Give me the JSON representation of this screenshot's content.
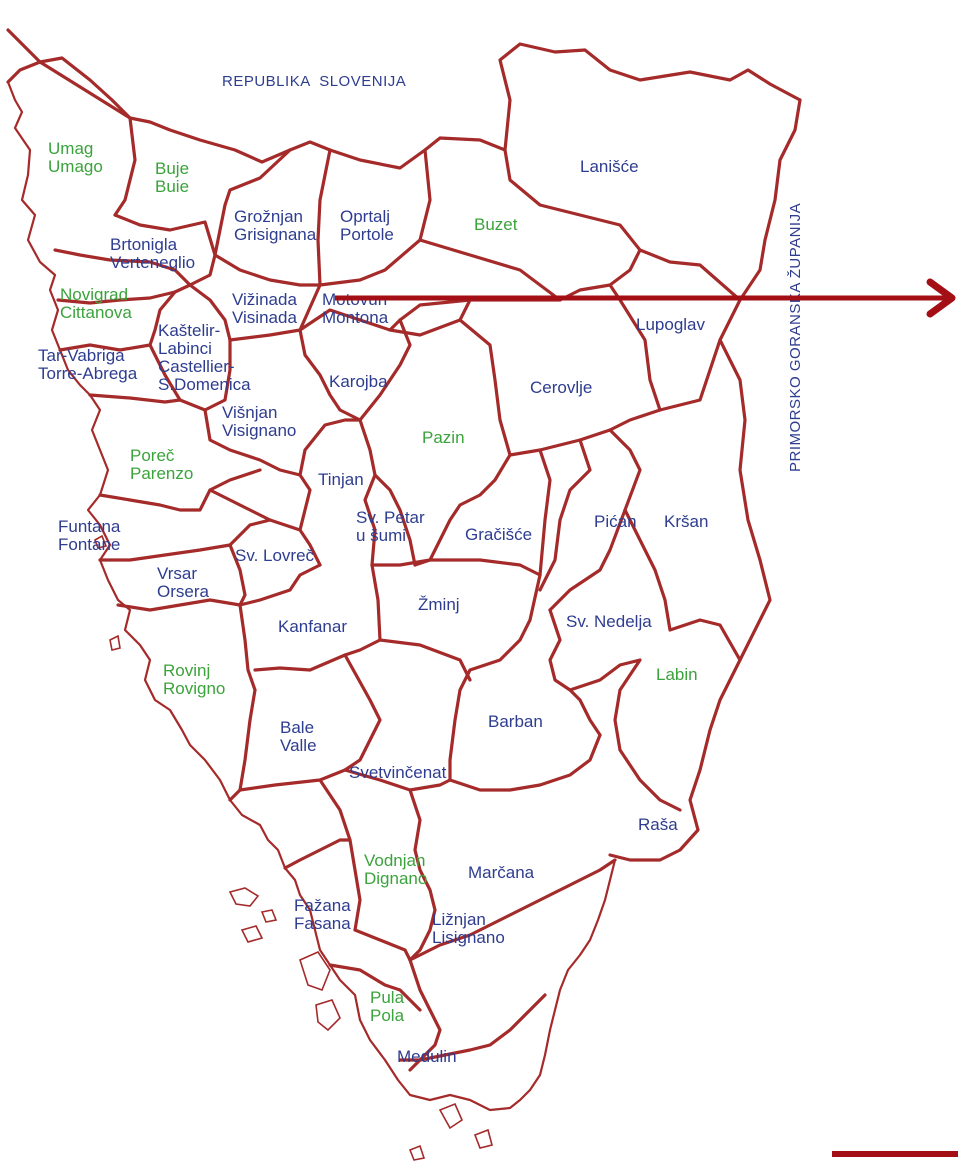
{
  "neighbors": {
    "north": "REPUBLIKA  SLOVENIJA",
    "east": "PRIMORSKO GORANSKA ŽUPANIJA"
  },
  "colors": {
    "border": "#a52a2a",
    "arrow": "#a30f14",
    "municipality_label": "#2e3d8f",
    "town_label": "#3ba33b"
  },
  "municipalities": [
    {
      "id": "umag",
      "lines": [
        "Umag",
        "Umago"
      ],
      "type": "town"
    },
    {
      "id": "buje",
      "lines": [
        "Buje",
        "Buie"
      ],
      "type": "town"
    },
    {
      "id": "groznjan",
      "lines": [
        "Grožnjan",
        "Grisignana"
      ],
      "type": "municipality"
    },
    {
      "id": "oprtalj",
      "lines": [
        "Oprtalj",
        "Portole"
      ],
      "type": "municipality"
    },
    {
      "id": "buzet",
      "lines": [
        "Buzet"
      ],
      "type": "town"
    },
    {
      "id": "lanisce",
      "lines": [
        "Lanišće"
      ],
      "type": "municipality"
    },
    {
      "id": "brtonigla",
      "lines": [
        "Brtonigla",
        "Verteneglio"
      ],
      "type": "municipality"
    },
    {
      "id": "novigrad",
      "lines": [
        "Novigrad",
        "Cittanova"
      ],
      "type": "town"
    },
    {
      "id": "vizinada",
      "lines": [
        "Vižinada",
        "Visinada"
      ],
      "type": "municipality"
    },
    {
      "id": "motovun",
      "lines": [
        "Motovun",
        "Montona"
      ],
      "type": "municipality"
    },
    {
      "id": "lupoglav",
      "lines": [
        "Lupoglav"
      ],
      "type": "municipality"
    },
    {
      "id": "kastelir",
      "lines": [
        "Kaštelir-",
        "Labinci",
        "Castellier-",
        "S.Domenica"
      ],
      "type": "municipality"
    },
    {
      "id": "tar",
      "lines": [
        "Tar-Vabriga",
        "Torre-Abrega"
      ],
      "type": "municipality"
    },
    {
      "id": "karojba",
      "lines": [
        "Karojba"
      ],
      "type": "municipality"
    },
    {
      "id": "cerovlje",
      "lines": [
        "Cerovlje"
      ],
      "type": "municipality"
    },
    {
      "id": "visnjan",
      "lines": [
        "Višnjan",
        "Visignano"
      ],
      "type": "municipality"
    },
    {
      "id": "pazin",
      "lines": [
        "Pazin"
      ],
      "type": "town"
    },
    {
      "id": "porec",
      "lines": [
        "Poreč",
        "Parenzo"
      ],
      "type": "town"
    },
    {
      "id": "tinjan",
      "lines": [
        "Tinjan"
      ],
      "type": "municipality"
    },
    {
      "id": "petar",
      "lines": [
        "Sv. Petar",
        "u šumi"
      ],
      "type": "municipality"
    },
    {
      "id": "gracisce",
      "lines": [
        "Gračišće"
      ],
      "type": "municipality"
    },
    {
      "id": "pican",
      "lines": [
        "Pićan"
      ],
      "type": "municipality"
    },
    {
      "id": "krsan",
      "lines": [
        "Kršan"
      ],
      "type": "municipality"
    },
    {
      "id": "funtana",
      "lines": [
        "Funtana",
        "Fontane"
      ],
      "type": "municipality"
    },
    {
      "id": "lovrec",
      "lines": [
        "Sv. Lovreč"
      ],
      "type": "municipality"
    },
    {
      "id": "vrsar",
      "lines": [
        "Vrsar",
        "Orsera"
      ],
      "type": "municipality"
    },
    {
      "id": "zminj",
      "lines": [
        "Žminj"
      ],
      "type": "municipality"
    },
    {
      "id": "kanfanar",
      "lines": [
        "Kanfanar"
      ],
      "type": "municipality"
    },
    {
      "id": "nedelja",
      "lines": [
        "Sv. Nedelja"
      ],
      "type": "municipality"
    },
    {
      "id": "rovinj",
      "lines": [
        "Rovinj",
        "Rovigno"
      ],
      "type": "town"
    },
    {
      "id": "labin",
      "lines": [
        "Labin"
      ],
      "type": "town"
    },
    {
      "id": "barban",
      "lines": [
        "Barban"
      ],
      "type": "municipality"
    },
    {
      "id": "bale",
      "lines": [
        "Bale",
        "Valle"
      ],
      "type": "municipality"
    },
    {
      "id": "svetvincenat",
      "lines": [
        "Svetvinčenat"
      ],
      "type": "municipality"
    },
    {
      "id": "rasa",
      "lines": [
        "Raša"
      ],
      "type": "municipality"
    },
    {
      "id": "vodnjan",
      "lines": [
        "Vodnjan",
        "Dignano"
      ],
      "type": "town"
    },
    {
      "id": "marcana",
      "lines": [
        "Marčana"
      ],
      "type": "municipality"
    },
    {
      "id": "fazana",
      "lines": [
        "Fažana",
        "Fasana"
      ],
      "type": "municipality"
    },
    {
      "id": "liznjan",
      "lines": [
        "Ližnjan",
        "Lisignano"
      ],
      "type": "municipality"
    },
    {
      "id": "pula",
      "lines": [
        "Pula",
        "Pola"
      ],
      "type": "town"
    },
    {
      "id": "medulin",
      "lines": [
        "Medulin"
      ],
      "type": "municipality"
    }
  ]
}
